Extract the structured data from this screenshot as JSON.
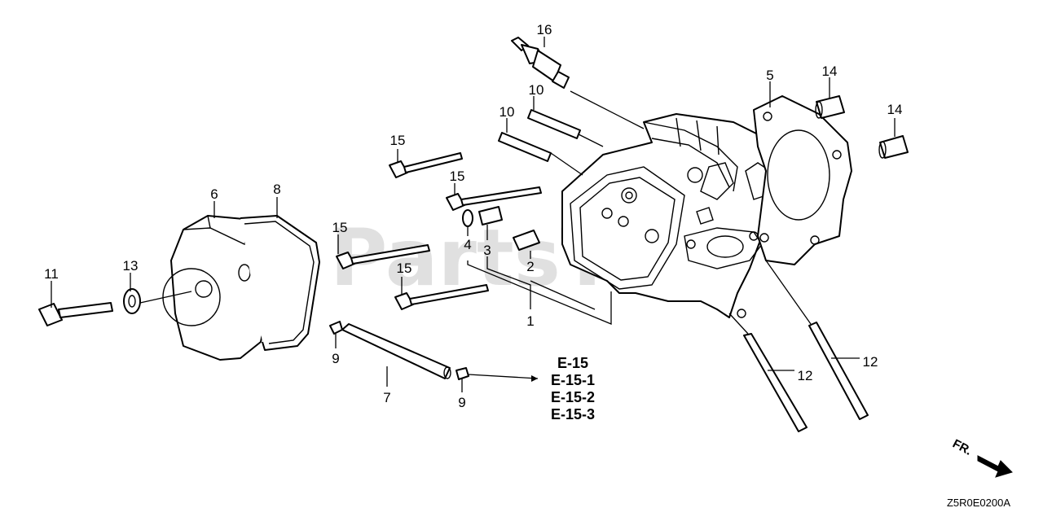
{
  "watermark": "PartsTree",
  "callouts": [
    {
      "id": "c-16",
      "text": "16"
    },
    {
      "id": "c-10a",
      "text": "10"
    },
    {
      "id": "c-10b",
      "text": "10"
    },
    {
      "id": "c-5",
      "text": "5"
    },
    {
      "id": "c-14a",
      "text": "14"
    },
    {
      "id": "c-14b",
      "text": "14"
    },
    {
      "id": "c-15a",
      "text": "15"
    },
    {
      "id": "c-15b",
      "text": "15"
    },
    {
      "id": "c-15c",
      "text": "15"
    },
    {
      "id": "c-15d",
      "text": "15"
    },
    {
      "id": "c-6",
      "text": "6"
    },
    {
      "id": "c-8",
      "text": "8"
    },
    {
      "id": "c-11",
      "text": "11"
    },
    {
      "id": "c-13",
      "text": "13"
    },
    {
      "id": "c-4",
      "text": "4"
    },
    {
      "id": "c-3",
      "text": "3"
    },
    {
      "id": "c-2",
      "text": "2"
    },
    {
      "id": "c-1",
      "text": "1"
    },
    {
      "id": "c-9a",
      "text": "9"
    },
    {
      "id": "c-9b",
      "text": "9"
    },
    {
      "id": "c-7",
      "text": "7"
    },
    {
      "id": "c-12a",
      "text": "12"
    },
    {
      "id": "c-12b",
      "text": "12"
    }
  ],
  "references": [
    "E-15",
    "E-15-1",
    "E-15-2",
    "E-15-3"
  ],
  "direction_label": "FR.",
  "diagram_code": "Z5R0E0200A"
}
